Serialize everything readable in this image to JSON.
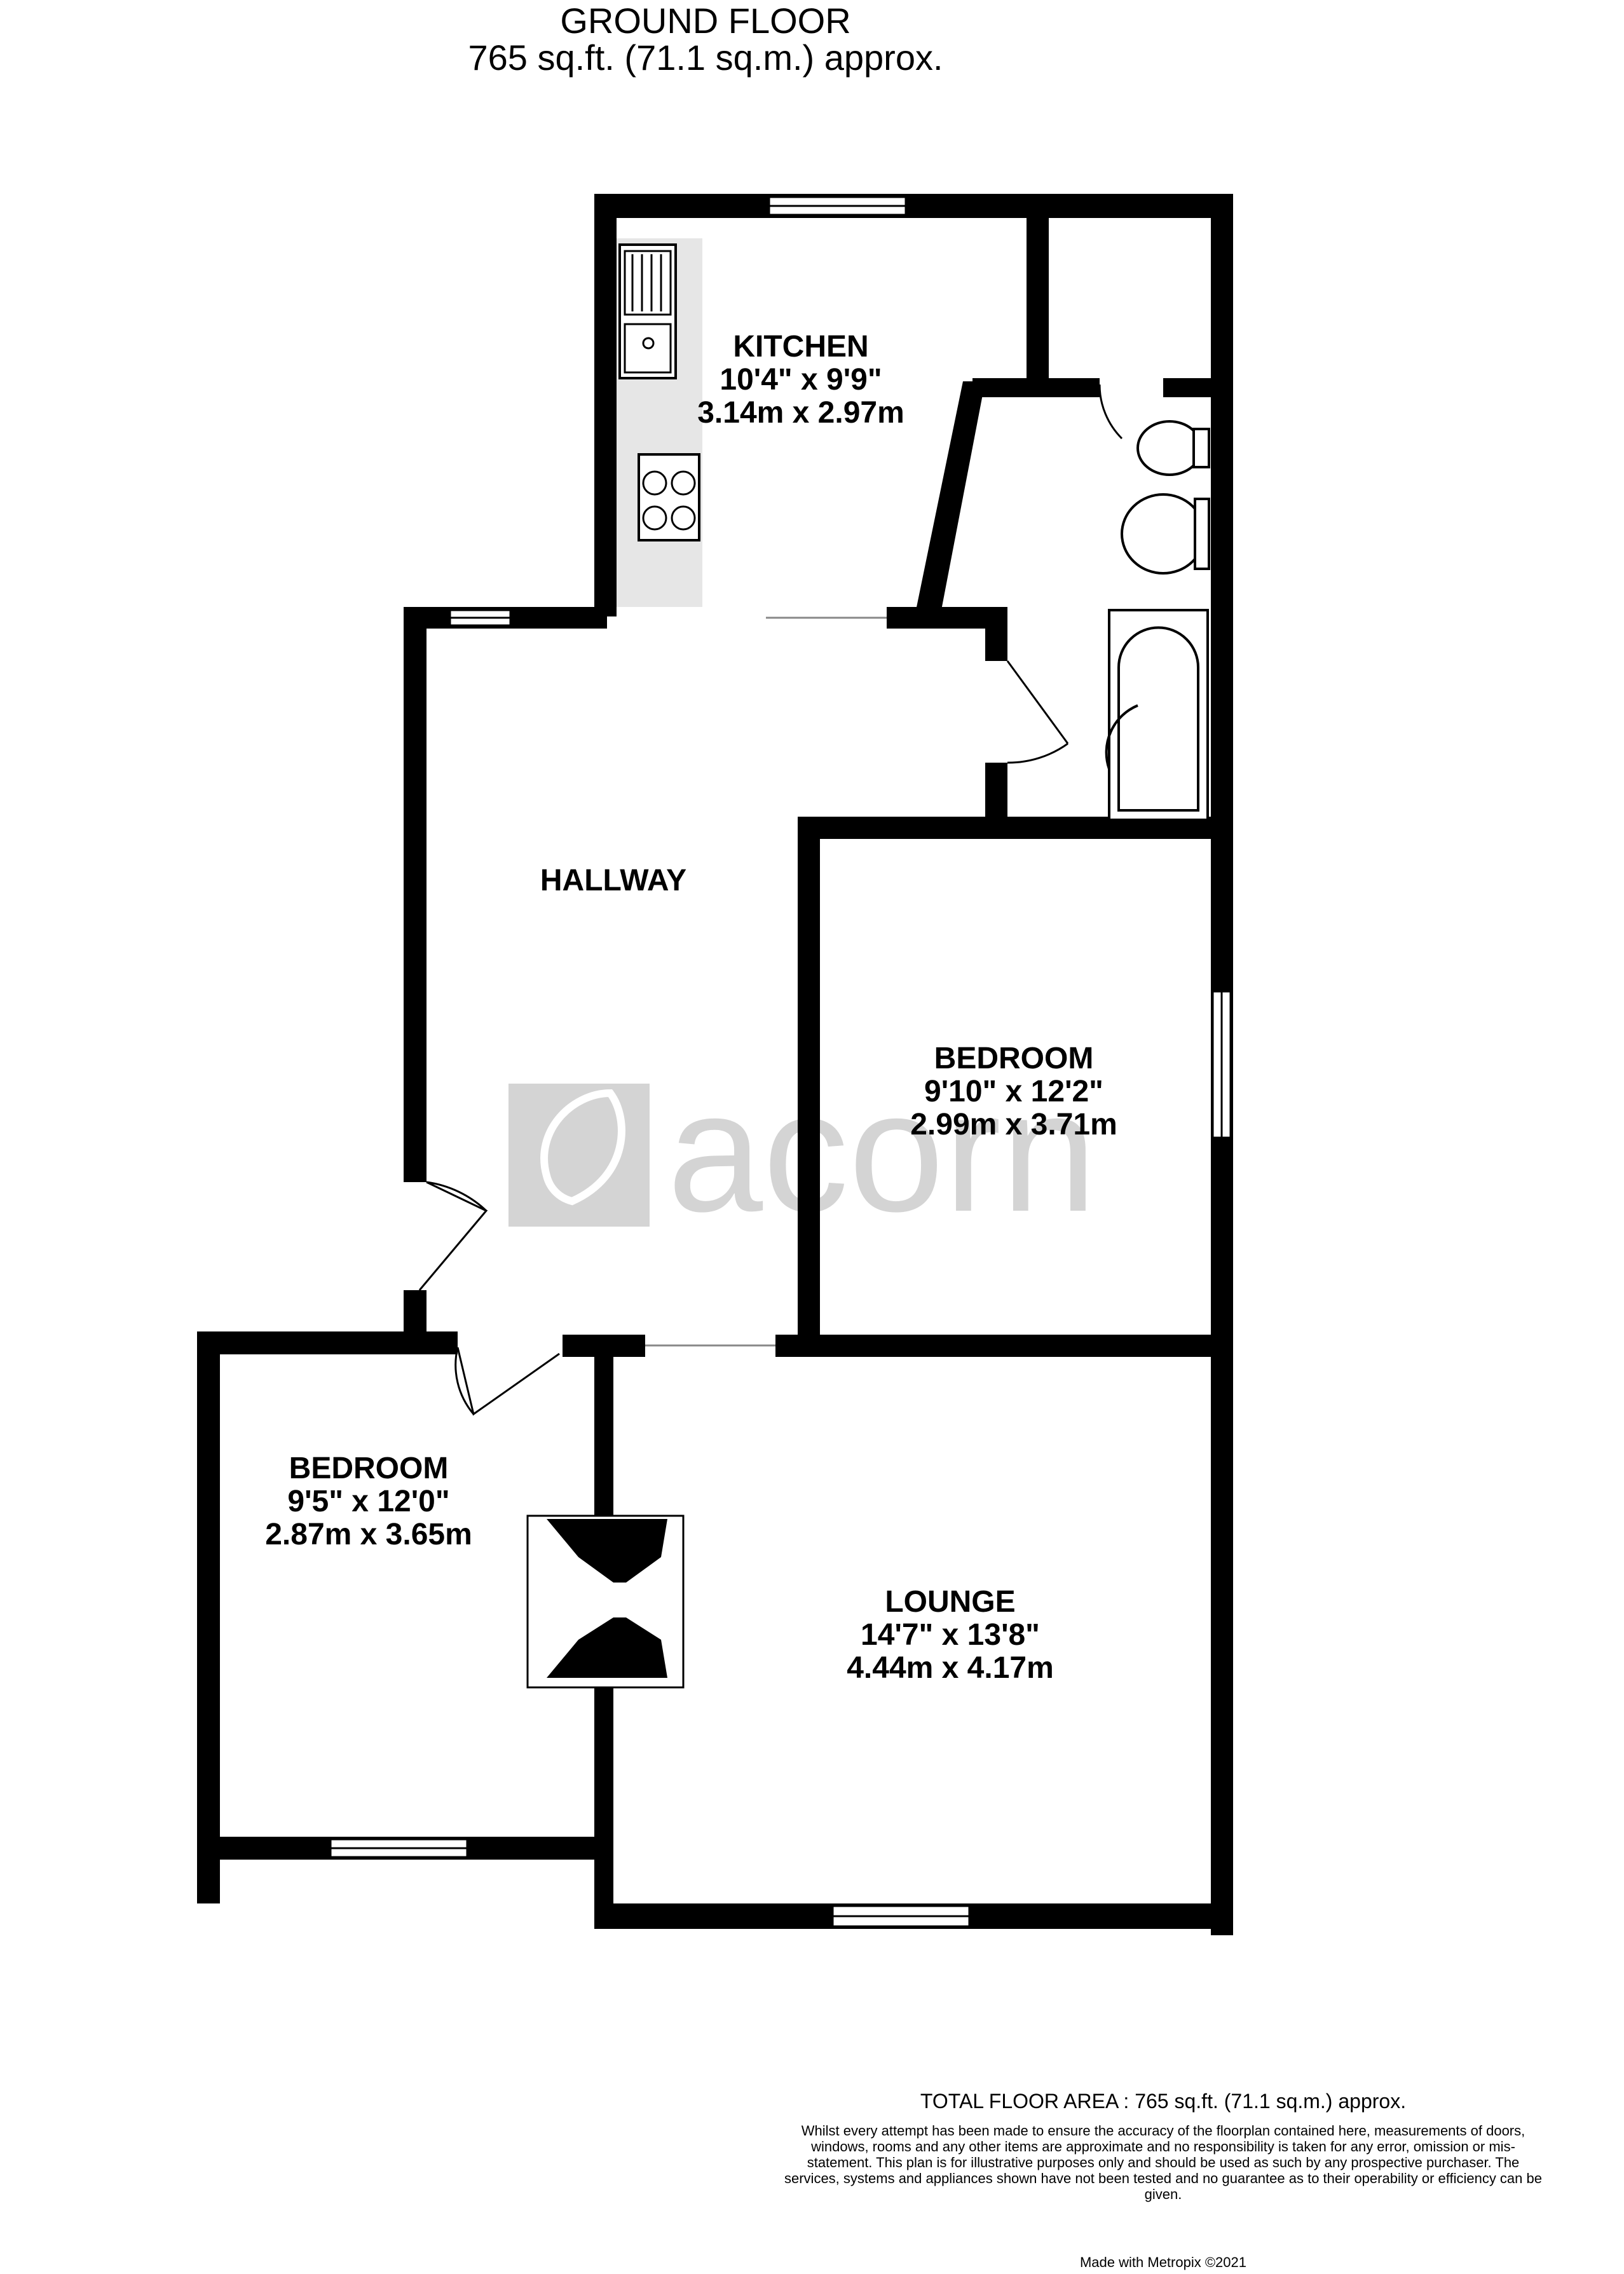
{
  "header": {
    "floor_name": "GROUND FLOOR",
    "floor_area": "765 sq.ft. (71.1 sq.m.) approx."
  },
  "rooms": {
    "kitchen": {
      "name": "KITCHEN",
      "imperial": "10'4\"  x 9'9\"",
      "metric": "3.14m  x 2.97m"
    },
    "hallway": {
      "name": "HALLWAY"
    },
    "bedroom_right": {
      "name": "BEDROOM",
      "imperial": "9'10\"  x 12'2\"",
      "metric": "2.99m  x 3.71m"
    },
    "bedroom_left": {
      "name": "BEDROOM",
      "imperial": "9'5\"  x 12'0\"",
      "metric": "2.87m  x 3.65m"
    },
    "lounge": {
      "name": "LOUNGE",
      "imperial": "14'7\"  x 13'8\"",
      "metric": "4.44m  x 4.17m"
    }
  },
  "watermark": {
    "text": "acorn"
  },
  "footer": {
    "total_area": "TOTAL FLOOR AREA : 765 sq.ft. (71.1 sq.m.) approx.",
    "disclaimer": "Whilst every attempt has been made to ensure the accuracy of the floorplan contained here, measurements of doors, windows, rooms and any other items are approximate and no responsibility is taken for any error, omission or mis-statement. This plan is for illustrative purposes only and should be used as such by any prospective purchaser. The services, systems and appliances shown have not been tested and no guarantee as to their operability or efficiency can be given.",
    "credit": "Made with Metropix ©2021"
  },
  "colors": {
    "wall": "#000000",
    "worktop": "#e6e6e6",
    "watermark": "#cccccc"
  }
}
